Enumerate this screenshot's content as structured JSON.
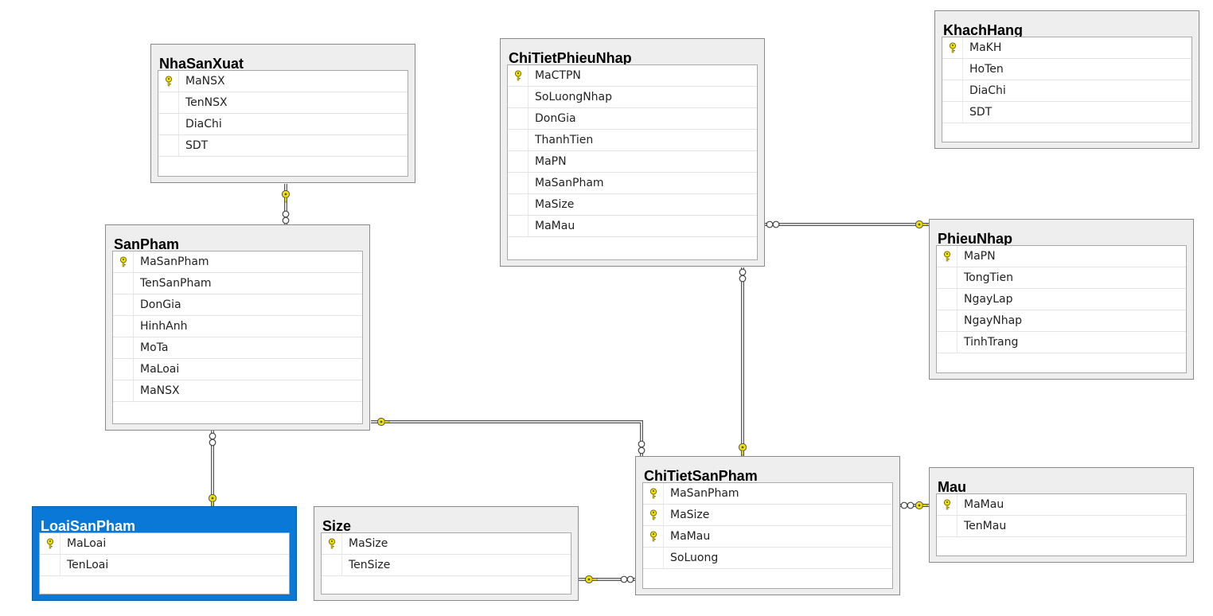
{
  "tables": [
    {
      "id": "NhaSanXuat",
      "title": "NhaSanXuat",
      "selected": false,
      "columns": [
        {
          "name": "MaNSX",
          "pk": true
        },
        {
          "name": "TenNSX",
          "pk": false
        },
        {
          "name": "DiaChi",
          "pk": false
        },
        {
          "name": "SDT",
          "pk": false
        }
      ]
    },
    {
      "id": "ChiTietPhieuNhap",
      "title": "ChiTietPhieuNhap",
      "selected": false,
      "columns": [
        {
          "name": "MaCTPN",
          "pk": true
        },
        {
          "name": "SoLuongNhap",
          "pk": false
        },
        {
          "name": "DonGia",
          "pk": false
        },
        {
          "name": "ThanhTien",
          "pk": false
        },
        {
          "name": "MaPN",
          "pk": false
        },
        {
          "name": "MaSanPham",
          "pk": false
        },
        {
          "name": "MaSize",
          "pk": false
        },
        {
          "name": "MaMau",
          "pk": false
        }
      ]
    },
    {
      "id": "KhachHang",
      "title": "KhachHang",
      "selected": false,
      "columns": [
        {
          "name": "MaKH",
          "pk": true
        },
        {
          "name": "HoTen",
          "pk": false
        },
        {
          "name": "DiaChi",
          "pk": false
        },
        {
          "name": "SDT",
          "pk": false
        }
      ]
    },
    {
      "id": "SanPham",
      "title": "SanPham",
      "selected": false,
      "columns": [
        {
          "name": "MaSanPham",
          "pk": true
        },
        {
          "name": "TenSanPham",
          "pk": false
        },
        {
          "name": "DonGia",
          "pk": false
        },
        {
          "name": "HinhAnh",
          "pk": false
        },
        {
          "name": "MoTa",
          "pk": false
        },
        {
          "name": "MaLoai",
          "pk": false
        },
        {
          "name": "MaNSX",
          "pk": false
        }
      ]
    },
    {
      "id": "PhieuNhap",
      "title": "PhieuNhap",
      "selected": false,
      "columns": [
        {
          "name": "MaPN",
          "pk": true
        },
        {
          "name": "TongTien",
          "pk": false
        },
        {
          "name": "NgayLap",
          "pk": false
        },
        {
          "name": "NgayNhap",
          "pk": false
        },
        {
          "name": "TinhTrang",
          "pk": false
        }
      ]
    },
    {
      "id": "ChiTietSanPham",
      "title": "ChiTietSanPham",
      "selected": false,
      "columns": [
        {
          "name": "MaSanPham",
          "pk": true
        },
        {
          "name": "MaSize",
          "pk": true
        },
        {
          "name": "MaMau",
          "pk": true
        },
        {
          "name": "SoLuong",
          "pk": false
        }
      ]
    },
    {
      "id": "Mau",
      "title": "Mau",
      "selected": false,
      "columns": [
        {
          "name": "MaMau",
          "pk": true
        },
        {
          "name": "TenMau",
          "pk": false
        }
      ]
    },
    {
      "id": "LoaiSanPham",
      "title": "LoaiSanPham",
      "selected": true,
      "columns": [
        {
          "name": "MaLoai",
          "pk": true
        },
        {
          "name": "TenLoai",
          "pk": false
        }
      ]
    },
    {
      "id": "Size",
      "title": "Size",
      "selected": false,
      "columns": [
        {
          "name": "MaSize",
          "pk": true
        },
        {
          "name": "TenSize",
          "pk": false
        }
      ]
    }
  ],
  "relationships": [
    {
      "one": "NhaSanXuat",
      "many": "SanPham"
    },
    {
      "one": "LoaiSanPham",
      "many": "SanPham"
    },
    {
      "one": "SanPham",
      "many": "ChiTietSanPham"
    },
    {
      "one": "PhieuNhap",
      "many": "ChiTietPhieuNhap"
    },
    {
      "one": "ChiTietSanPham",
      "many": "ChiTietPhieuNhap"
    },
    {
      "one": "Mau",
      "many": "ChiTietSanPham"
    },
    {
      "one": "Size",
      "many": "ChiTietSanPham"
    }
  ],
  "colors": {
    "selected_header": "#0a78d7",
    "key": "#f2e200",
    "line": "#555555"
  }
}
